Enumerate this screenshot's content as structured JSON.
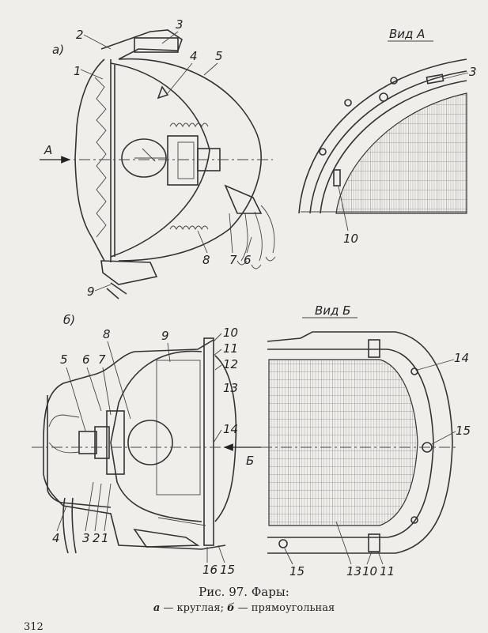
{
  "figure": {
    "title": "Рис. 97. Фары:",
    "subtitle_a_letter": "а",
    "subtitle_a_text": " — круглая; ",
    "subtitle_b_letter": "б",
    "subtitle_b_text": " — прямоугольная",
    "page_number": "312"
  },
  "part_a": {
    "letter": "а)",
    "arrow_label": "А",
    "numbers": [
      "1",
      "2",
      "3",
      "4",
      "5",
      "6",
      "7",
      "8",
      "9"
    ],
    "view_title": "Вид А",
    "view_numbers": [
      "3",
      "10"
    ]
  },
  "part_b": {
    "letter": "б)",
    "arrow_label": "Б",
    "numbers": [
      "5",
      "6",
      "7",
      "8",
      "9",
      "10",
      "11",
      "12",
      "13",
      "14",
      "4",
      "3",
      "2",
      "1",
      "16",
      "15"
    ],
    "view_title": "Вид Б",
    "view_numbers": [
      "14",
      "15",
      "15",
      "13",
      "10",
      "11"
    ]
  }
}
